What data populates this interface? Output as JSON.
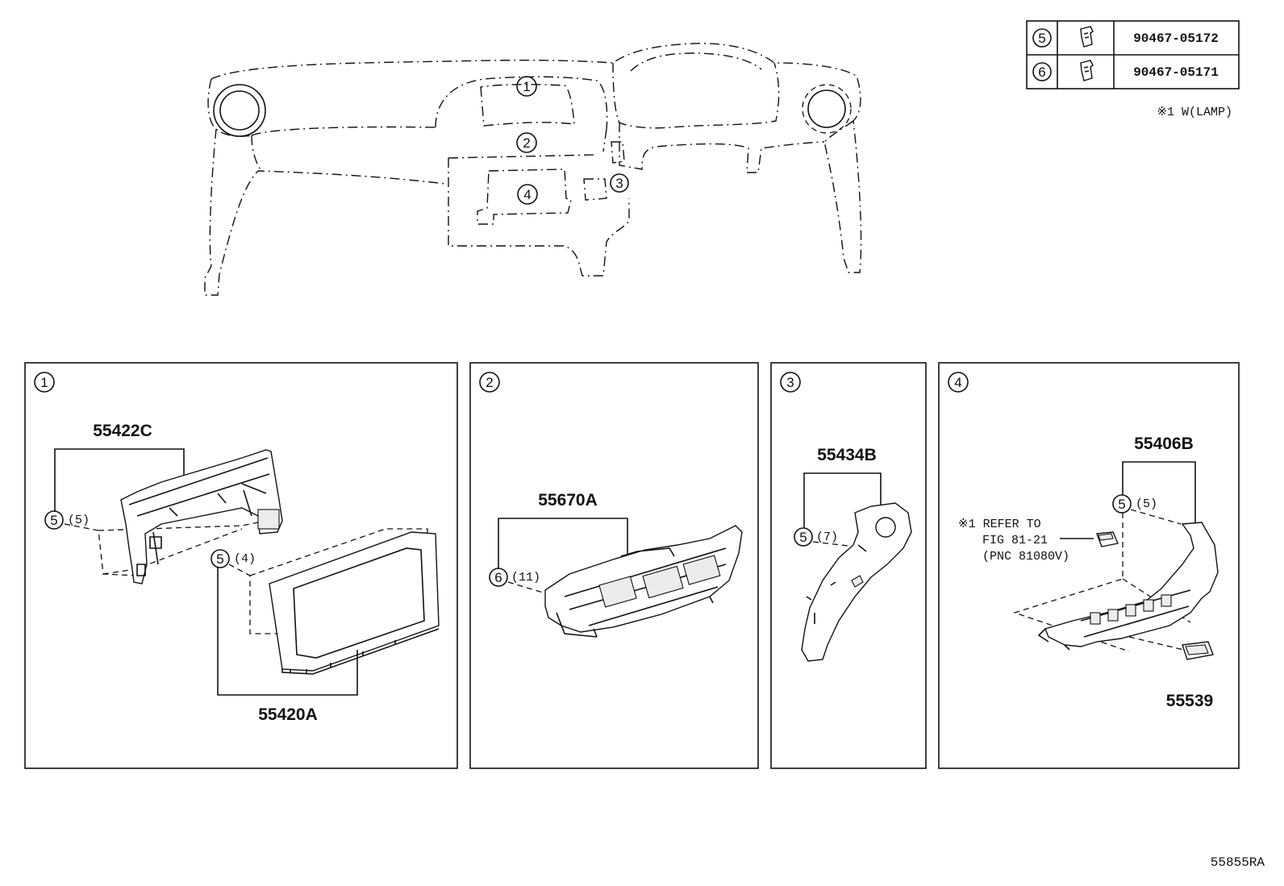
{
  "legend": {
    "rows": [
      {
        "ref": "5",
        "part_number": "90467-05172",
        "icon": "clip-icon"
      },
      {
        "ref": "6",
        "part_number": "90467-05171",
        "icon": "clip-icon"
      }
    ],
    "note": "※1 W(LAMP)"
  },
  "overview": {
    "callouts": [
      "1",
      "2",
      "3",
      "4"
    ]
  },
  "panels": [
    {
      "ref": "1",
      "parts": {
        "top": "55422C",
        "bottom": "55420A"
      },
      "fasteners": [
        {
          "ref": "5",
          "qty": "(5)"
        },
        {
          "ref": "5",
          "qty": "(4)"
        }
      ]
    },
    {
      "ref": "2",
      "parts": {
        "top": "55670A"
      },
      "fasteners": [
        {
          "ref": "6",
          "qty": "(11)"
        }
      ]
    },
    {
      "ref": "3",
      "parts": {
        "top": "55434B"
      },
      "fasteners": [
        {
          "ref": "5",
          "qty": "(7)"
        }
      ]
    },
    {
      "ref": "4",
      "parts": {
        "top": "55406B",
        "bottom": "55539"
      },
      "fasteners": [
        {
          "ref": "5",
          "qty": "(5)"
        }
      ],
      "refer_note": [
        "※1 REFER TO",
        "FIG 81-21",
        "(PNC 81080V)"
      ]
    }
  ],
  "figure_code": "55855RA"
}
